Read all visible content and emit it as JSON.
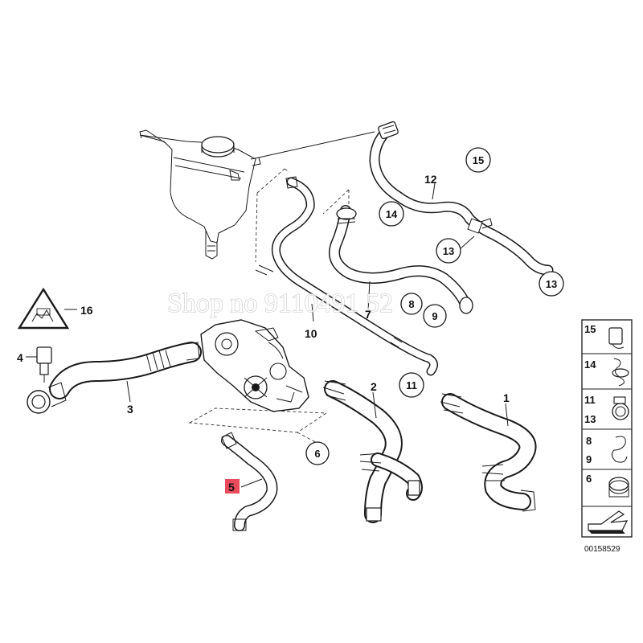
{
  "watermark": "Shop no 9110491 52",
  "diagram_code": "00158529",
  "callouts": [
    {
      "id": "c1",
      "text": "1",
      "circled": false
    },
    {
      "id": "c2",
      "text": "2",
      "circled": false
    },
    {
      "id": "c3",
      "text": "3",
      "circled": false
    },
    {
      "id": "c4",
      "text": "4",
      "circled": false
    },
    {
      "id": "c5",
      "text": "5",
      "circled": false,
      "highlight": "#e8374a"
    },
    {
      "id": "c6",
      "text": "6",
      "circled": true
    },
    {
      "id": "c7",
      "text": "7",
      "circled": false
    },
    {
      "id": "c8",
      "text": "8",
      "circled": true
    },
    {
      "id": "c9",
      "text": "9",
      "circled": true
    },
    {
      "id": "c10",
      "text": "10",
      "circled": false
    },
    {
      "id": "c11",
      "text": "11",
      "circled": true
    },
    {
      "id": "c12",
      "text": "12",
      "circled": false
    },
    {
      "id": "c13a",
      "text": "13",
      "circled": true
    },
    {
      "id": "c13b",
      "text": "13",
      "circled": true
    },
    {
      "id": "c14",
      "text": "14",
      "circled": true
    },
    {
      "id": "c15",
      "text": "15",
      "circled": true
    },
    {
      "id": "c16",
      "text": "16",
      "circled": false
    }
  ],
  "legend": {
    "rows": [
      {
        "labels": [
          "15"
        ],
        "icon": "hose-clip-icon"
      },
      {
        "labels": [
          "14"
        ],
        "icon": "spring-clip-icon"
      },
      {
        "labels": [
          "11",
          "13"
        ],
        "icon": "hose-clamp-icon"
      },
      {
        "labels": [
          "8",
          "9"
        ],
        "icon": "retaining-clip-icon"
      },
      {
        "labels": [
          "6"
        ],
        "icon": "gasket-ring-icon"
      }
    ]
  }
}
